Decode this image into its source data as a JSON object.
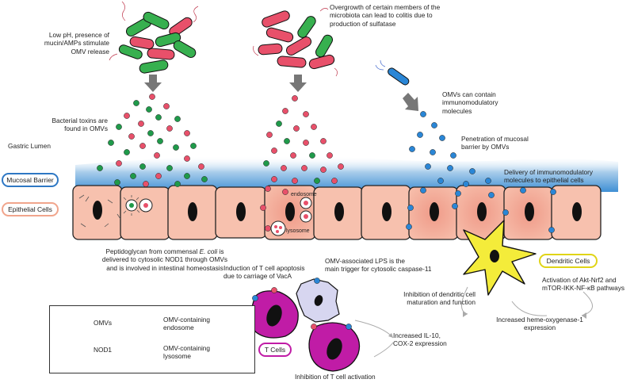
{
  "labels": {
    "low_ph": "Low pH, presence of\nmucin/AMPs stimulate\nOMV release",
    "overgrowth": "Overgrowth of certain members of the\nmicrobiota can lead to colitis due to\nproduction of sulfatase",
    "bacterial_toxins": "Bacterial toxins  are\nfound in OMVs",
    "omvs_can_contain": "OMVs can contain\nimmunomodulatory\nmolecules",
    "penetration": "Penetration of mucosal\nbarrier by OMVs",
    "gastric_lumen": "Gastric Lumen",
    "delivery": "Delivery of immunomodulatory\nmolecules to epithelial cells",
    "endosome": "endosome",
    "lysosome": "lysosome",
    "peptidoglycan_1": "Peptidoglycan from commensal ",
    "peptidoglycan_ecoli": "E. coli",
    "peptidoglycan_2": " is\ndelivered to cytosolic NOD1 through OMVs\nand is involved in intestinal homeostasis",
    "tcell_apoptosis": "Induction of T cell apoptosis\ndue to carriage of VacA",
    "omv_lps": "OMV-associated LPS is the\nmain trigger for cytosolic caspase-11",
    "inhibition_dc": "Inhibition of dendritic cell\nmaturation and function",
    "activation_akt": "Activation of Akt-Nrf2 and\nmTOR-IKK-NF-κB pathways",
    "heme": "Increased heme-oxygenase-1\nexpression",
    "il10": "Increased IL-10,\nCOX-2 expression",
    "inhibition_tcell": "Inhibition of T cell activation"
  },
  "pills": {
    "mucosal_barrier": "Mucosal Barrier",
    "epithelial_cells": "Epithelial Cells",
    "dendritic_cells": "Dendritic Cells",
    "t_cells": "T Cells"
  },
  "legend": {
    "omvs": "OMVs",
    "nod1": "NOD1",
    "omv_endosome": "OMV-containing\nendosome",
    "omv_lysosome": "OMV-containing\nlysosome"
  },
  "colors": {
    "red_omv": "#e8506a",
    "green_omv": "#1f9a4a",
    "blue_omv": "#2a86d6",
    "cell_fill": "#f7bfac",
    "mucus": "#6aa8dd",
    "tcell": "#c01ca6",
    "dendritic": "#f4ec3a",
    "mucosal_pill": "#2f78c4",
    "epithelial_pill": "#f1a58c",
    "dendritic_pill": "#e0d417",
    "tcell_pill": "#c01ca6"
  }
}
